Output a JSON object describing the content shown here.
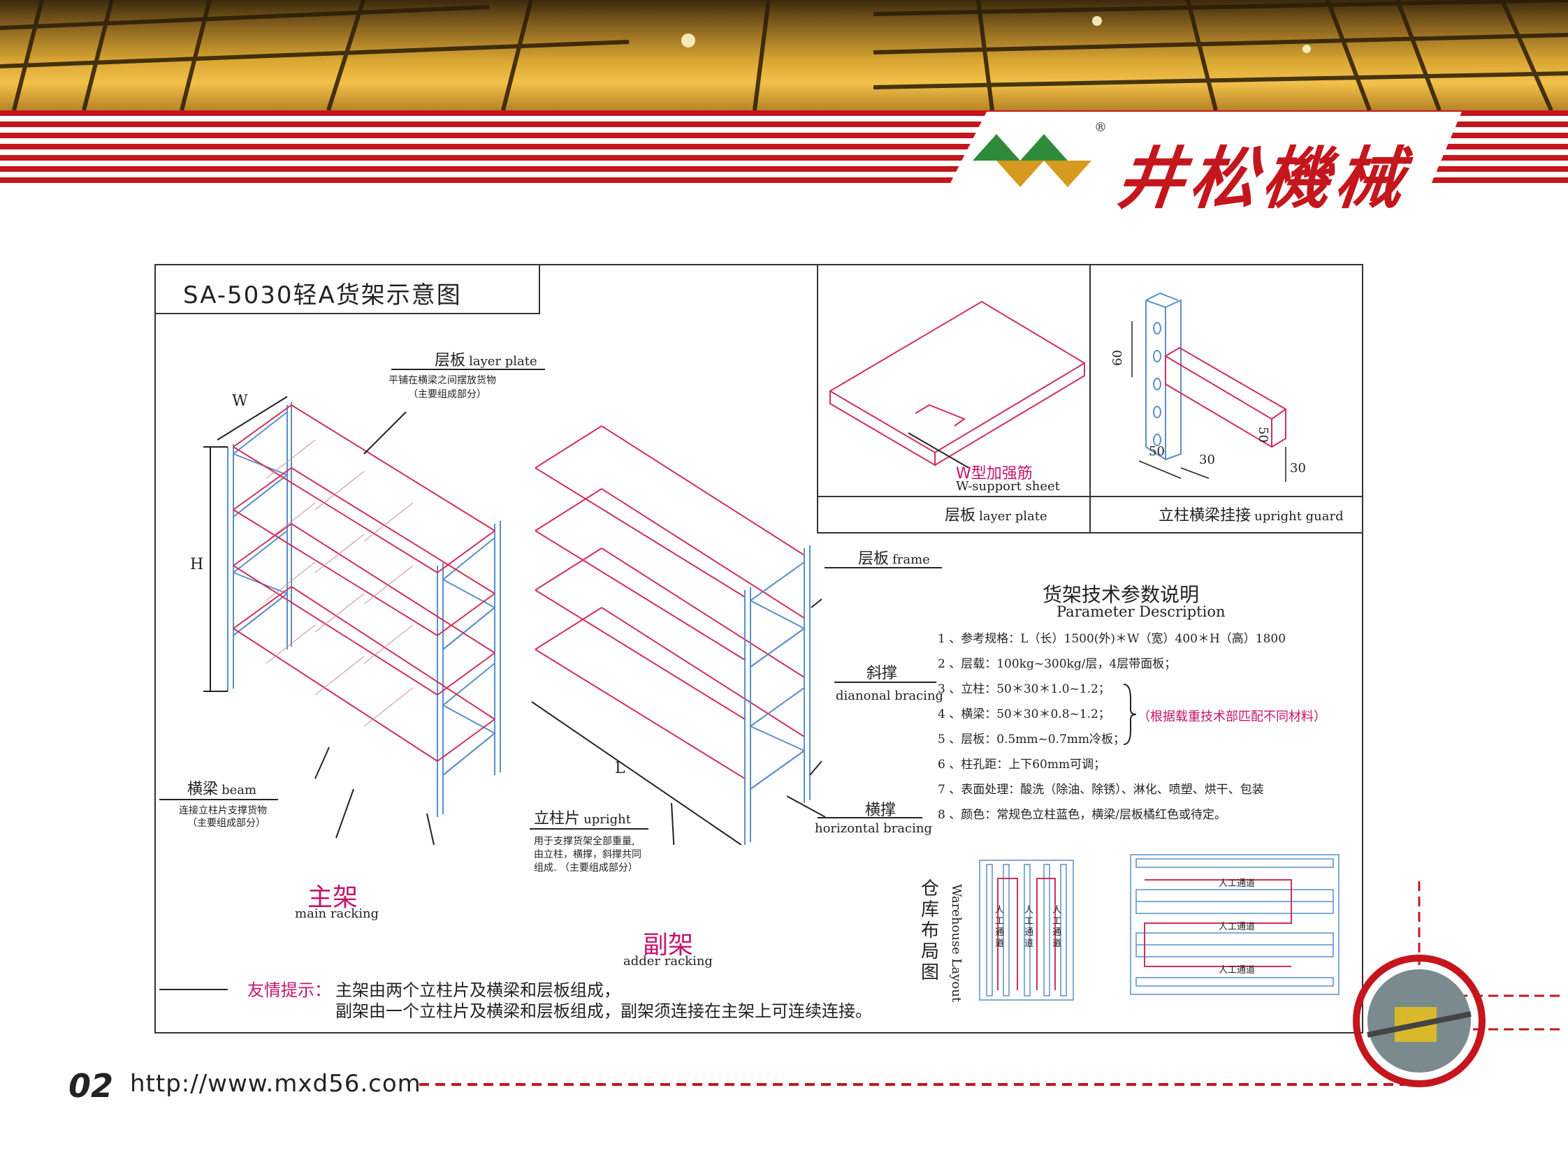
{
  "header": {
    "brand": "井松機械",
    "reg_mark": "®"
  },
  "diagram": {
    "title": "SA-5030轻A货架示意图",
    "dim_w": "W",
    "dim_h": "H",
    "dim_l": "L",
    "layer_plate": {
      "cn": "层板",
      "en": "layer plate",
      "note1": "平铺在横梁之间摆放货物",
      "note2": "（主要组成部分）"
    },
    "beam": {
      "cn": "横梁",
      "en": "beam",
      "note1": "连接立柱片支撑货物",
      "note2": "（主要组成部分）"
    },
    "upright": {
      "cn": "立柱片",
      "en": "upright",
      "note1": "用于支撑货架全部重量,",
      "note2": "由立柱，横撑，斜撑共同",
      "note3": "组成. （主要组成部分）"
    },
    "main_racking": {
      "cn": "主架",
      "en": "main racking"
    },
    "adder_racking": {
      "cn": "副架",
      "en": "adder racking"
    },
    "frame": {
      "cn": "层板",
      "en": "frame"
    },
    "bracing": {
      "cn": "斜撑",
      "en": "dianonal bracing"
    },
    "hbracing": {
      "cn": "横撑",
      "en": "horizontal bracing"
    }
  },
  "detail": {
    "w_support_cn": "W型加强筋",
    "w_support_en": "W-support sheet",
    "cap_left_cn": "层板",
    "cap_left_en": "layer plate",
    "cap_right_cn": "立柱横梁挂接",
    "cap_right_en": "upright guard",
    "d60": "60",
    "d50a": "50",
    "d30a": "30",
    "d50b": "50",
    "d30b": "30"
  },
  "params": {
    "title": "货架技术参数说明",
    "subtitle": "Parameter Description",
    "rows": [
      "1 、参考规格：L（长）1500(外)＊W（宽）400＊H（高）1800",
      "2 、层载：100kg~300kg/层，4层带面板；",
      "3 、立柱：50＊30＊1.0~1.2；",
      "4 、横梁：50＊30＊0.8~1.2；",
      "5 、层板：0.5mm~0.7mm冷板；",
      "6 、柱孔距：上下60mm可调；",
      "7 、表面处理：酸洗（除油、除锈）、淋化、喷塑、烘干、包装",
      "8 、颜色：常规色立柱蓝色，横梁/层板橘红色或待定。"
    ],
    "brace_note": "（根据载重技术部匹配不同材料）"
  },
  "layout": {
    "cn": "仓库布局图",
    "en": "Warehouse Layout",
    "aisle_v": "人工通道",
    "aisle_h": "人工通道"
  },
  "tip": {
    "label": "友情提示：",
    "line1": "主架由两个立柱片及横梁和层板组成，",
    "line2": "副架由一个立柱片及横梁和层板组成，副架须连接在主架上可连续连接。"
  },
  "footer": {
    "page": "02",
    "url": "http://www.mxd56.com"
  },
  "colors": {
    "red": "#c4161c",
    "pink": "#c4146c",
    "blue": "#5a8fc8",
    "beam": "#d0305a"
  }
}
